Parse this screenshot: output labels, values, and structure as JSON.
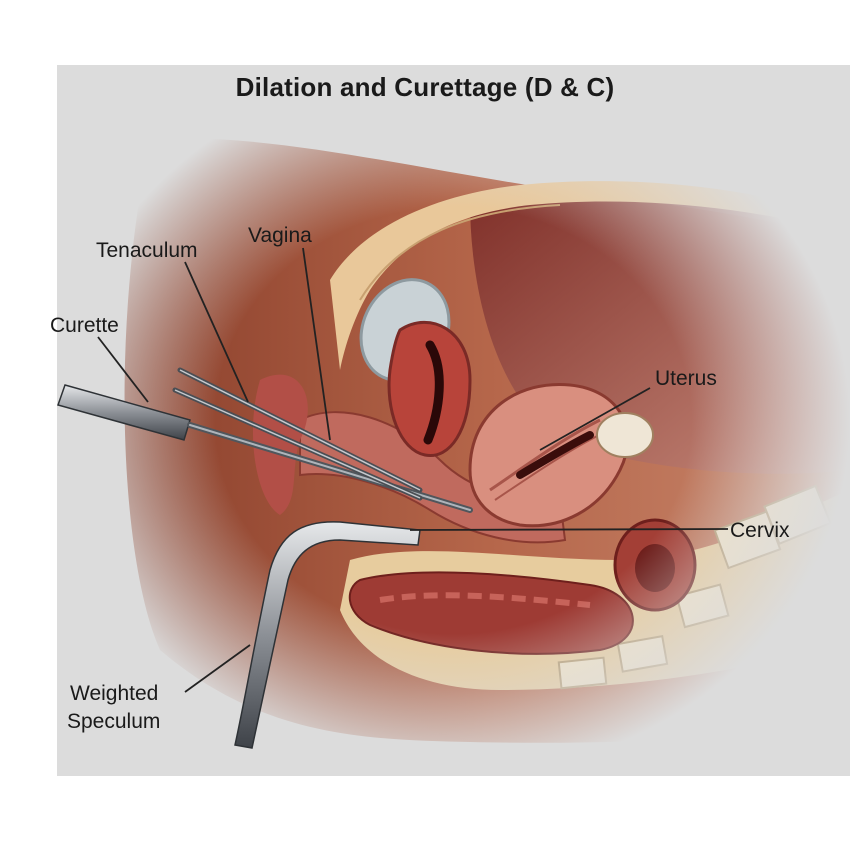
{
  "title": "Dilation and Curettage (D & C)",
  "labels": {
    "tenaculum": "Tenaculum",
    "vagina": "Vagina",
    "curette": "Curette",
    "uterus": "Uterus",
    "cervix": "Cervix",
    "weighted_line1": "Weighted",
    "weighted_line2": "Speculum"
  },
  "colors": {
    "background": "#dcdcdc",
    "skin": "#a4553c",
    "fat": "#e9c89a",
    "muscle": "#b04a40",
    "instrument": "#6e7278"
  }
}
